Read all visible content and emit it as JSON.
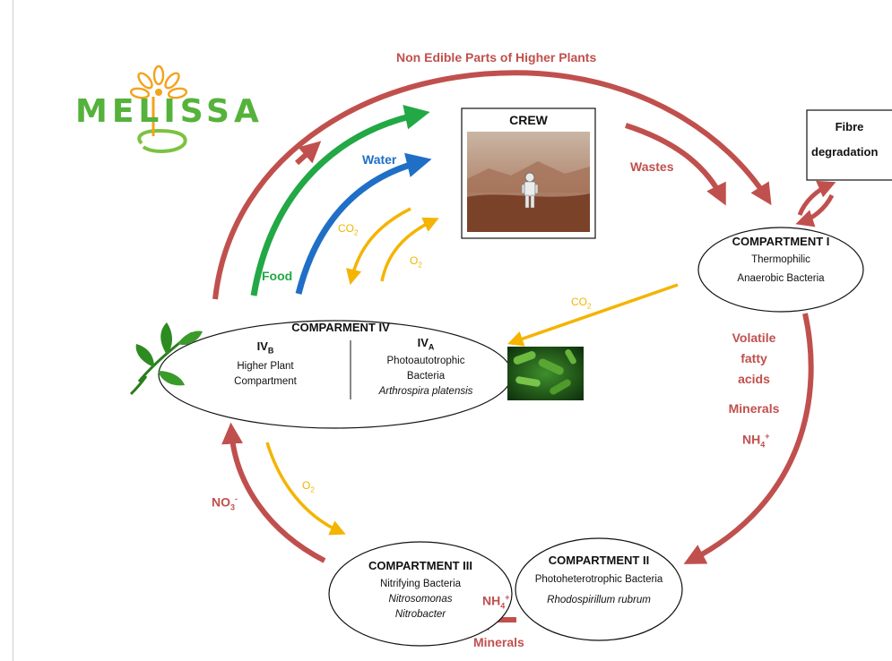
{
  "logo": {
    "text": "MELISSA"
  },
  "colors": {
    "red": "#c0504d",
    "green": "#22a845",
    "blue": "#1f6fc7",
    "yellow": "#f4b400"
  },
  "labels": {
    "non_edible": "Non Edible Parts of Higher Plants",
    "crew": "CREW",
    "wastes": "Wastes",
    "fibre_line1": "Fibre",
    "fibre_line2": "degradation",
    "water": "Water",
    "food": "Food",
    "co2_a": "CO",
    "co2_a_sub": "2",
    "o2_a": "O",
    "o2_a_sub": "2",
    "co2_b": "CO",
    "co2_b_sub": "2",
    "volatile": "Volatile",
    "fatty": "fatty",
    "acids": "acids",
    "minerals_right": "Minerals",
    "nh4_right": "NH",
    "nh4_right_sub": "4",
    "nh4_right_sup": "+",
    "nh4_bottom": "NH",
    "nh4_bottom_sub": "4",
    "nh4_bottom_sup": "+",
    "minerals_bottom": "Minerals",
    "no3": "NO",
    "no3_sub": "3",
    "no3_sup": "-",
    "o2_b": "O",
    "o2_b_sub": "2"
  },
  "compartments": {
    "c1": {
      "title": "COMPARTMENT I",
      "line1": "Thermophilic",
      "line2": "Anaerobic Bacteria"
    },
    "c2": {
      "title": "COMPARTMENT II",
      "line1": "Photoheterotrophic Bacteria",
      "line2": "Rhodospirillum rubrum"
    },
    "c3": {
      "title": "COMPARTMENT III",
      "line1": "Nitrifying  Bacteria",
      "line2": "Nitrosomonas",
      "line3": "Nitrobacter"
    },
    "c4": {
      "title": "COMPARMENT IV",
      "ivb": "IV",
      "ivb_sub": "B",
      "ivb_line1": "Higher Plant",
      "ivb_line2": "Compartment",
      "iva": "IV",
      "iva_sub": "A",
      "iva_line1": "Photoautotrophic",
      "iva_line2": "Bacteria",
      "iva_line3": "Arthrospira platensis"
    }
  }
}
